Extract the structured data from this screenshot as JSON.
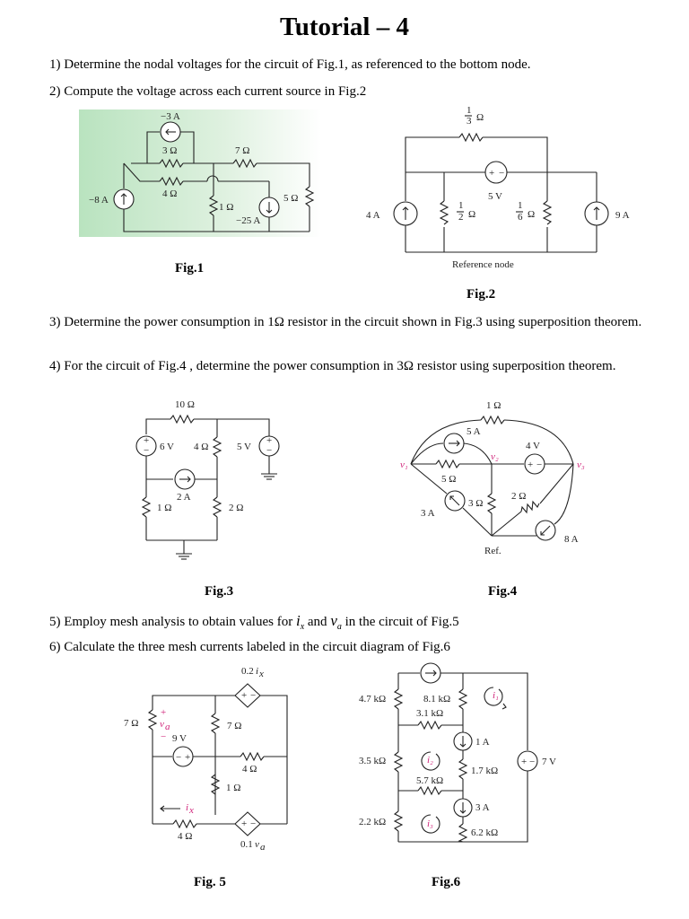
{
  "title": "Tutorial – 4",
  "questions": {
    "q1": "1) Determine the nodal voltages for the circuit of Fig.1, as referenced to the bottom node.",
    "q2": "2) Compute the voltage across each current source in Fig.2",
    "q3": "3) Determine the power consumption in 1Ω resistor in the circuit shown in Fig.3 using superposition theorem.",
    "q4": "4) For the circuit of Fig.4 , determine the power consumption in 3Ω resistor using superposition theorem.",
    "q5_pre": "5) Employ mesh analysis to obtain values for ",
    "q5_ix": "i",
    "q5_ix_sub": "x",
    "q5_mid": " and ",
    "q5_va": "v",
    "q5_va_sub": "a",
    "q5_post": " in the circuit of Fig.5",
    "q6": "6) Calculate the three mesh currents labeled in the circuit diagram of Fig.6"
  },
  "captions": {
    "fig1": "Fig.1",
    "fig2": "Fig.2",
    "fig3": "Fig.3",
    "fig4": "Fig.4",
    "fig5": "Fig. 5",
    "fig6": "Fig.6"
  },
  "fig1": {
    "bg_color": "#b9e3bf",
    "labels": {
      "s_top": "−3 A",
      "r3": "3 Ω",
      "r7": "7 Ω",
      "r4": "4 Ω",
      "s_left": "−8 A",
      "r1": "1 Ω",
      "s_mid": "−25 A",
      "r5": "5 Ω"
    }
  },
  "fig2": {
    "labels": {
      "r_top_num": "1",
      "r_top_den": "3",
      "r_top_unit": "Ω",
      "v5": "5 V",
      "s4": "4 A",
      "r_half_num": "1",
      "r_half_den": "2",
      "r_half_unit": "Ω",
      "r_sixth_num": "1",
      "r_sixth_den": "6",
      "r_sixth_unit": "Ω",
      "s9": "9 A",
      "ref": "Reference node"
    }
  },
  "fig3": {
    "labels": {
      "r10": "10 Ω",
      "v6": "6 V",
      "r4": "4 Ω",
      "v5": "5 V",
      "s2": "2 A",
      "r1": "1 Ω",
      "r2": "2 Ω"
    }
  },
  "fig4": {
    "labels": {
      "r1": "1 Ω",
      "s5": "5 A",
      "v4": "4 V",
      "n1": "v₁",
      "n2": "v₂",
      "n3": "v₃",
      "r5": "5 Ω",
      "r3": "3 Ω",
      "r2": "2 Ω",
      "s3": "3 A",
      "s8": "8 A",
      "ref": "Ref."
    }
  },
  "fig5": {
    "labels": {
      "dep_top": "0.2",
      "dep_top_var": "i",
      "dep_top_sub": "x",
      "r7a": "7 Ω",
      "va": "v",
      "va_sub": "a",
      "plus": "+",
      "minus": "−",
      "v9": "9 V",
      "r7b": "7 Ω",
      "r4a": "4 Ω",
      "r1": "1 Ω",
      "ix": "i",
      "ix_sub": "x",
      "r4b": "4 Ω",
      "dep_bot": "0.1",
      "dep_bot_var": "v",
      "dep_bot_sub": "a"
    }
  },
  "fig6": {
    "labels": {
      "r47": "4.7 kΩ",
      "r81": "8.1 kΩ",
      "r31": "3.1 kΩ",
      "s1": "1 A",
      "r35": "3.5 kΩ",
      "r17": "1.7 kΩ",
      "v7": "7 V",
      "r57": "5.7 kΩ",
      "s3": "3 A",
      "r22": "2.2 kΩ",
      "r62": "6.2 kΩ",
      "i1": "i₁",
      "i2": "i₂",
      "i3": "i₃"
    }
  }
}
